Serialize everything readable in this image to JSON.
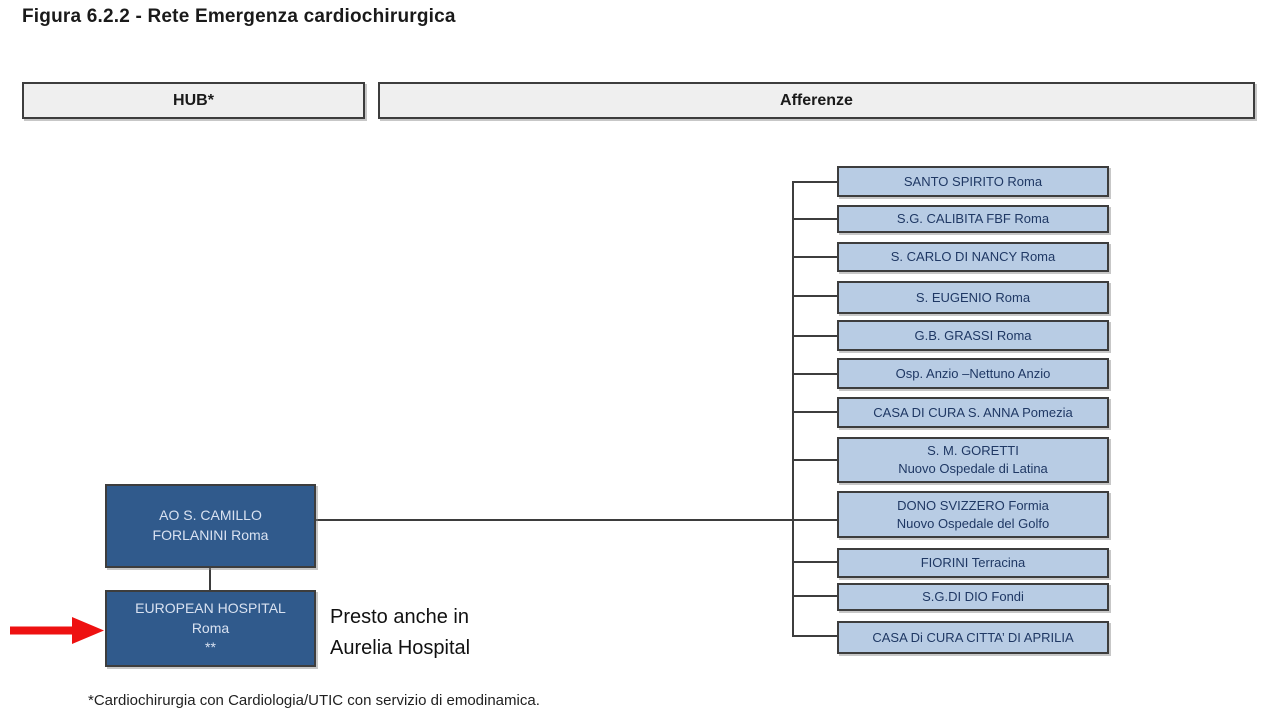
{
  "title": "Figura 6.2.2 - Rete Emergenza cardiochirurgica",
  "columns": {
    "hub_label": "HUB*",
    "afferenze_label": "Afferenze"
  },
  "hub": {
    "nodes": [
      {
        "lines": [
          "AO S. CAMILLO",
          "FORLANINI Roma"
        ]
      },
      {
        "lines": [
          "EUROPEAN HOSPITAL",
          "Roma",
          "**"
        ]
      }
    ]
  },
  "afferenze": {
    "nodes": [
      {
        "lines": [
          "SANTO SPIRITO Roma"
        ]
      },
      {
        "lines": [
          "S.G. CALIBITA FBF Roma"
        ]
      },
      {
        "lines": [
          "S. CARLO DI NANCY Roma"
        ]
      },
      {
        "lines": [
          "S. EUGENIO Roma"
        ]
      },
      {
        "lines": [
          "G.B. GRASSI Roma"
        ]
      },
      {
        "lines": [
          "Osp. Anzio –Nettuno Anzio"
        ]
      },
      {
        "lines": [
          "CASA DI CURA S. ANNA Pomezia"
        ]
      },
      {
        "lines": [
          "S. M. GORETTI",
          "Nuovo Ospedale di Latina"
        ]
      },
      {
        "lines": [
          "DONO SVIZZERO Formia",
          "Nuovo Ospedale del Golfo"
        ]
      },
      {
        "lines": [
          "FIORINI Terracina"
        ]
      },
      {
        "lines": [
          "S.G.DI DIO Fondi"
        ]
      },
      {
        "lines": [
          "CASA Di CURA CITTA’ DI APRILIA"
        ]
      }
    ]
  },
  "annotation": {
    "line1": "Presto anche in",
    "line2": "Aurelia Hospital"
  },
  "footnote": "*Cardiochirurgia con Cardiologia/UTIC con servizio di emodinamica.",
  "colors": {
    "hub_fill": "#305a8c",
    "afferenze_fill": "#b8cce4",
    "header_fill": "#efefef",
    "border": "#3d3d3d",
    "arrow_red": "#ee1111"
  }
}
